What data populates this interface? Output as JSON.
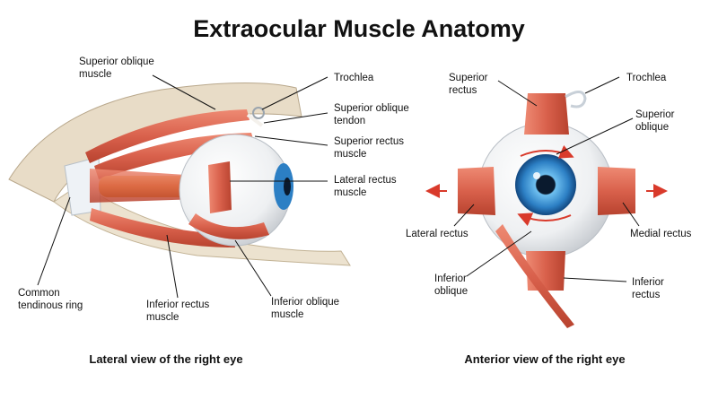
{
  "title": "Extraocular Muscle Anatomy",
  "lateral_view": {
    "caption": "Lateral view of the right eye",
    "labels": {
      "superior_oblique_muscle": [
        "Superior oblique",
        "muscle"
      ],
      "trochlea": [
        "Trochlea"
      ],
      "superior_oblique_tendon": [
        "Superior oblique",
        "tendon"
      ],
      "superior_rectus_muscle": [
        "Superior rectus",
        "muscle"
      ],
      "lateral_rectus_muscle": [
        "Lateral rectus",
        "muscle"
      ],
      "common_tendinous_ring": [
        "Common",
        "tendinous ring"
      ],
      "inferior_rectus_muscle": [
        "Inferior rectus",
        "muscle"
      ],
      "inferior_oblique_muscle": [
        "Inferior oblique",
        "muscle"
      ]
    }
  },
  "anterior_view": {
    "caption": "Anterior view of the right eye",
    "labels": {
      "superior_rectus": [
        "Superior",
        "rectus"
      ],
      "trochlea": [
        "Trochlea"
      ],
      "superior_oblique": [
        "Superior",
        "oblique"
      ],
      "lateral_rectus": [
        "Lateral rectus"
      ],
      "medial_rectus": [
        "Medial rectus"
      ],
      "inferior_oblique": [
        "Inferior",
        "oblique"
      ],
      "inferior_rectus": [
        "Inferior",
        "rectus"
      ]
    }
  },
  "colors": {
    "muscle": "#d9614c",
    "muscle_light": "#f0a592",
    "tendon": "#f4f1ec",
    "bone": "#e8dcc7",
    "optic_nerve": "#f2a31b",
    "iris": "#2c7fc4",
    "arrow": "#d93a2b"
  }
}
